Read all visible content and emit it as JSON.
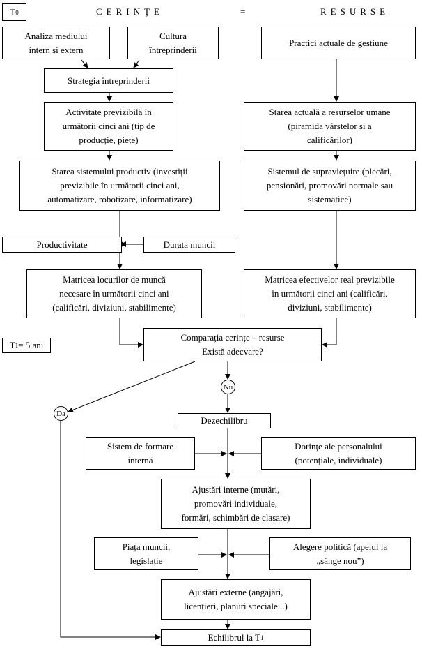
{
  "t0": {
    "base": "T",
    "sub": "0"
  },
  "header": {
    "left": "CERINȚE",
    "eq": "=",
    "right": "RESURSE"
  },
  "t1": {
    "base": "T",
    "sub": "1",
    "rest": "= 5 ani"
  },
  "boxes": {
    "analiza": "Analiza mediului\nintern și extern",
    "cultura": "Cultura\nîntreprinderii",
    "practici": "Practici actuale de gestiune",
    "strategia": "Strategia întreprinderii",
    "activitate": "Activitate previzibilă în\nurmătorii cinci ani (tip de\nproducție, piețe)",
    "starea_actuala": "Starea actuală a resurselor umane\n(piramida vârstelor și a\ncalificărilor)",
    "starea_sistemului": "Starea sistemului productiv (investiții\nprevizibile în următorii cinci ani,\nautomatizare, robotizare, informatizare)",
    "supravietuire": "Sistemul de supraviețuire (plecări,\npensionări, promovări normale sau\nsistematice)",
    "productivitate": "Productivitate",
    "durata": "Durata muncii",
    "matricea_locurilor": "Matricea locurilor de muncă\nnecesare în următorii cinci ani\n(calificări, diviziuni, stabilimente)",
    "matricea_efectivelor": "Matricea efectivelor real previzibile\nîn următorii cinci ani (calificări,\ndiviziuni, stabilimente)",
    "comparatia": "Comparația cerințe – resurse\nExistă adecvare?",
    "nu": "Nu",
    "da": "Da",
    "dezechilibru": "Dezechilibru",
    "formare": "Sistem de formare\ninternă",
    "dorinte": "Dorințe ale personalului\n(potențiale, individuale)",
    "ajustari_interne": "Ajustări interne (mutări,\npromovări individuale,\nformări, schimbări de clasare)",
    "piata": "Piața muncii,\nlegislație",
    "alegere": "Alegere politică (apelul la\n„sânge nou”)",
    "ajustari_externe": "Ajustări externe (angajări,\nlicențieri, planuri speciale...)",
    "echilibrul": {
      "base": "Echilibrul la T",
      "sub": "1"
    }
  }
}
